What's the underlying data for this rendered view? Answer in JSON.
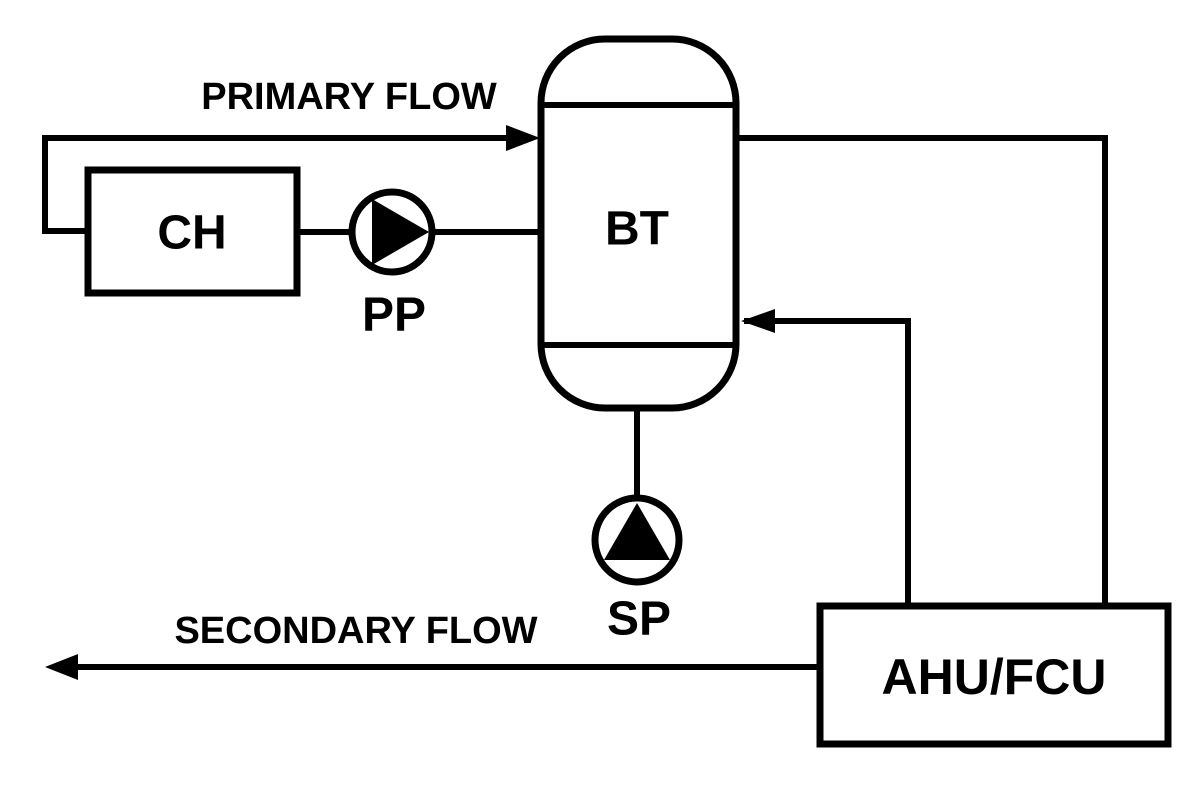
{
  "colors": {
    "line": "#000000",
    "background": "#ffffff"
  },
  "components": {
    "chiller": {
      "label": "CH"
    },
    "primary_pump": {
      "label": "PP"
    },
    "buffer_tank": {
      "label": "BT"
    },
    "secondary_pump": {
      "label": "SP"
    },
    "air_handler": {
      "label": "AHU/FCU"
    }
  },
  "flows": {
    "primary": {
      "label": "PRIMARY FLOW"
    },
    "secondary": {
      "label": "SECONDARY FLOW"
    }
  }
}
